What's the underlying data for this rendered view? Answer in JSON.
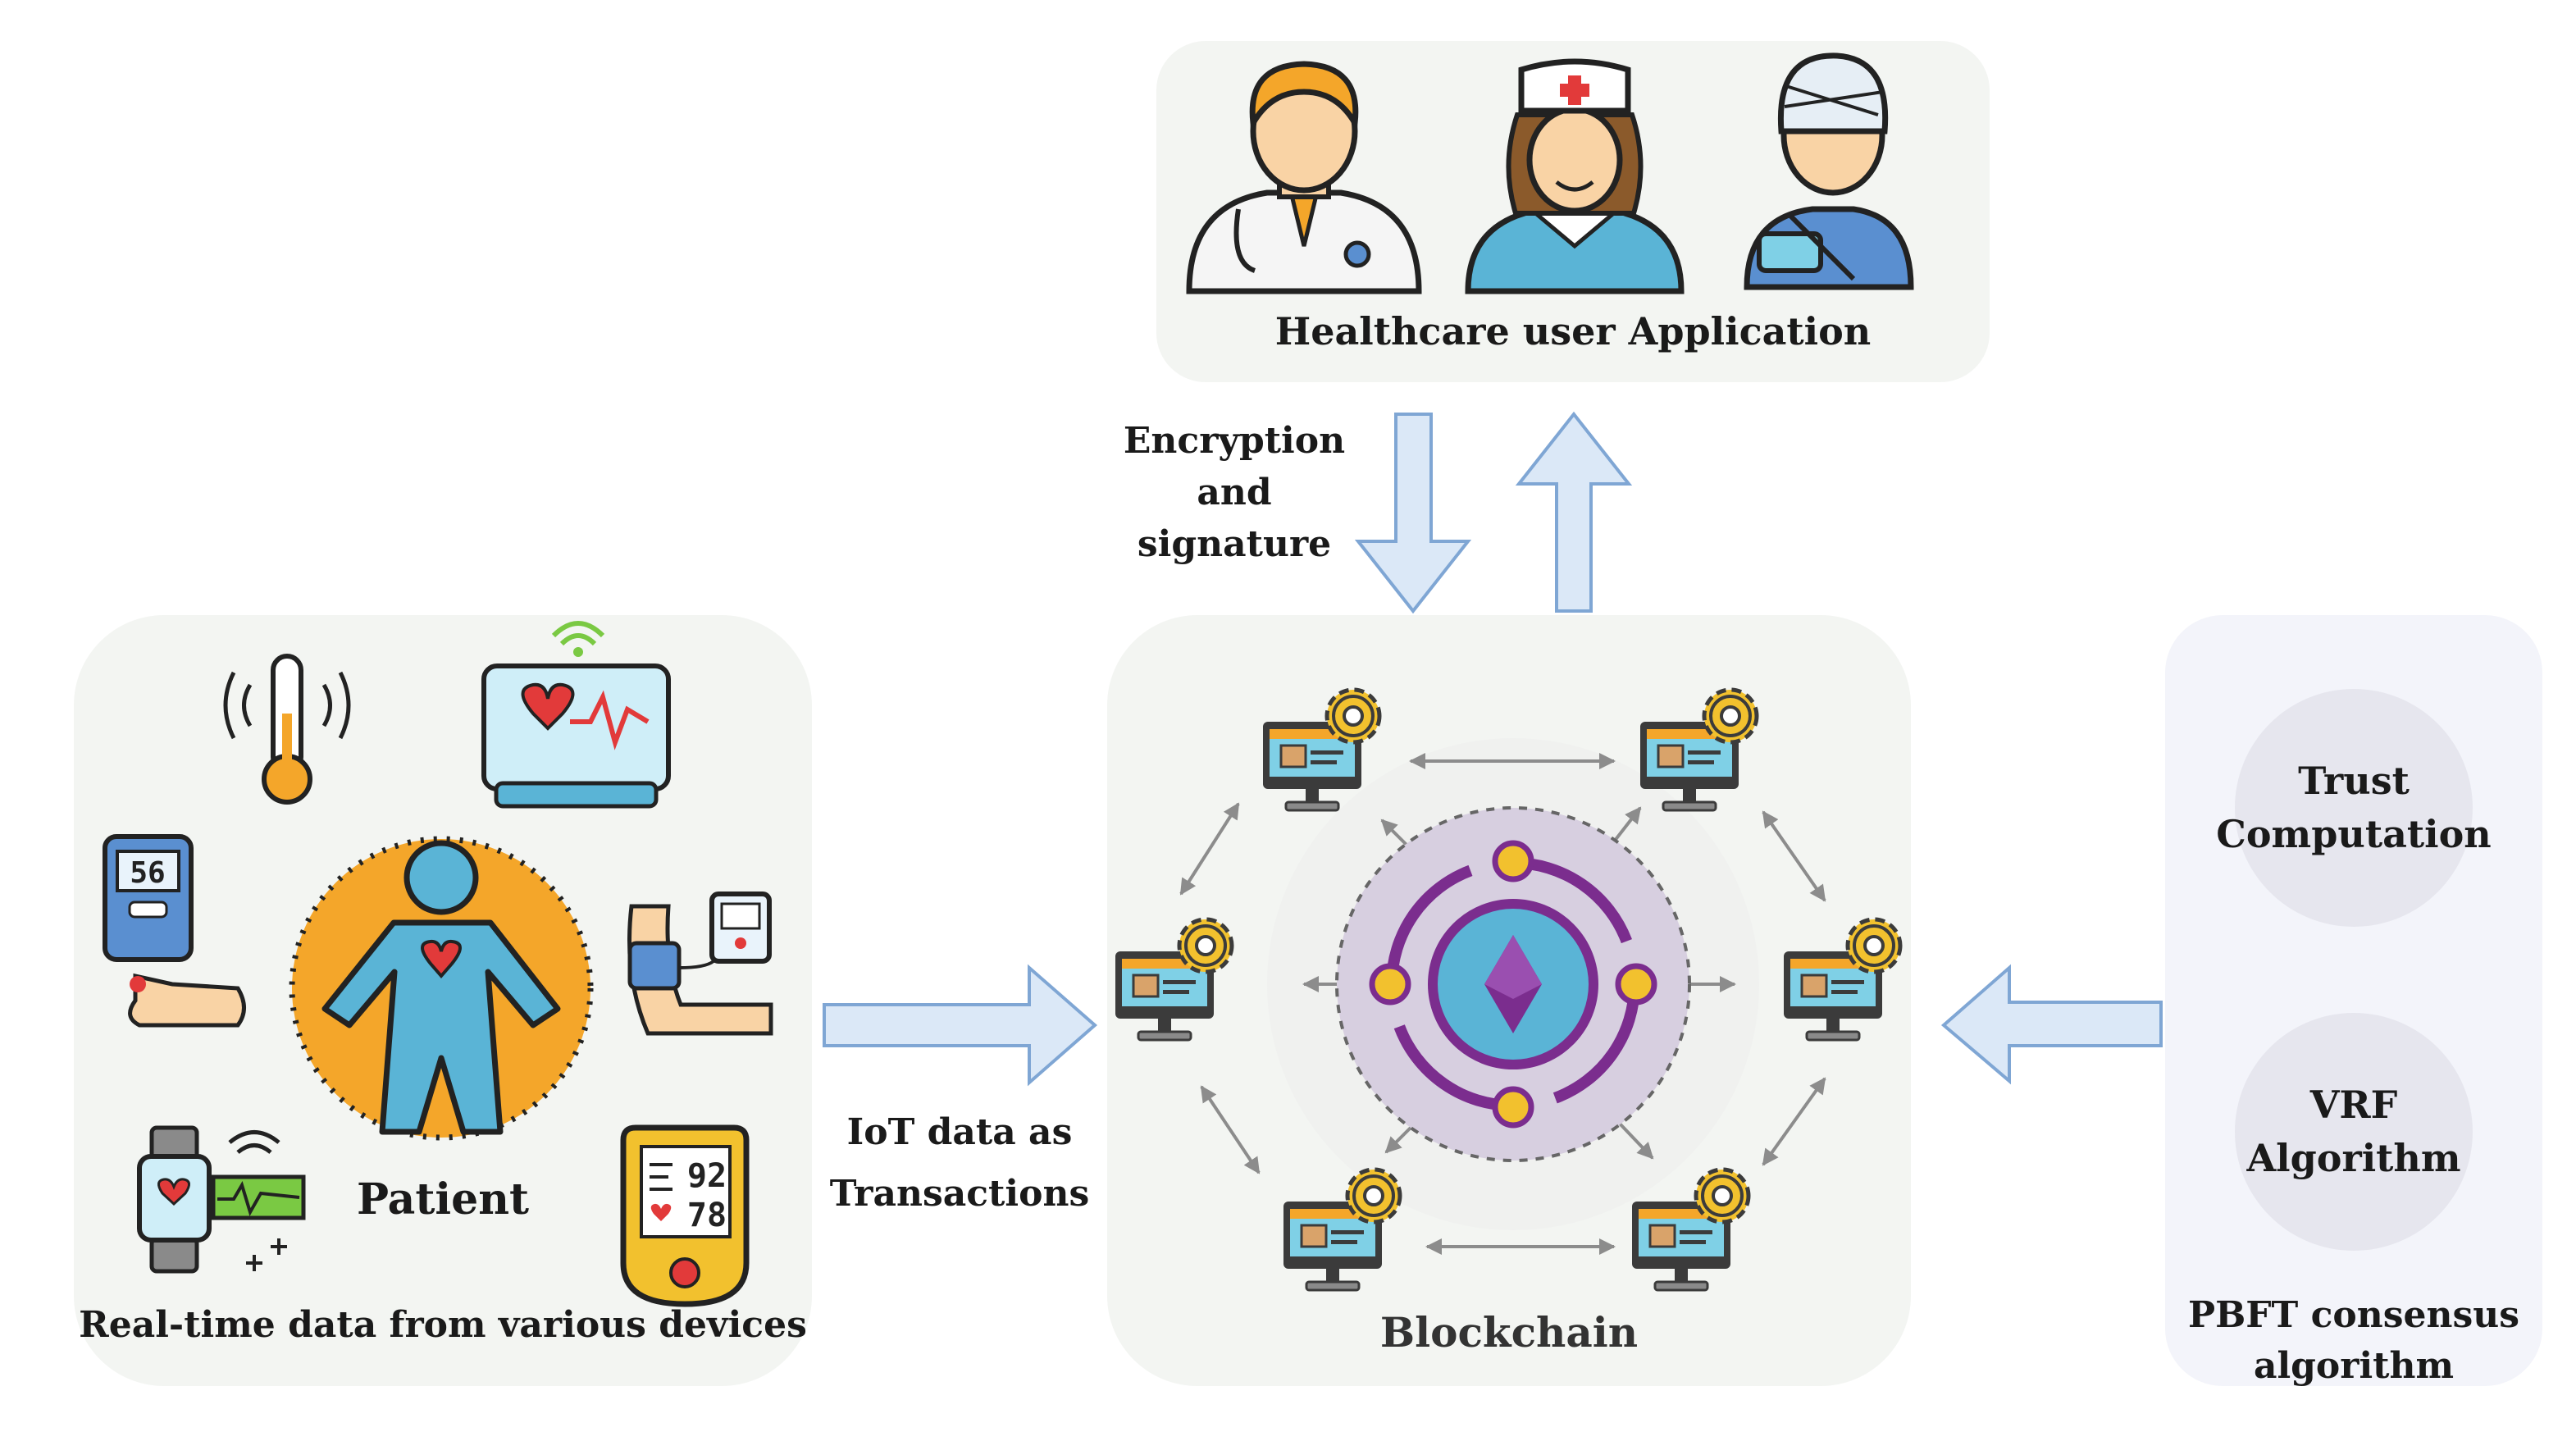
{
  "healthcare": {
    "label": "Healthcare user Application"
  },
  "encryption": {
    "line1": "Encryption",
    "line2": "and",
    "line3": "signature"
  },
  "patient_panel": {
    "patient_label": "Patient",
    "caption": "Real-time data from various devices",
    "glucose_reading": "56",
    "oximeter_line1": "92",
    "oximeter_line2": "78"
  },
  "iot": {
    "line1": "IoT data as",
    "line2": "Transactions"
  },
  "blockchain": {
    "label": "Blockchain"
  },
  "consensus": {
    "trust_line1": "Trust",
    "trust_line2": "Computation",
    "vrf_line1": "VRF",
    "vrf_line2": "Algorithm",
    "pbft_line1": "PBFT consensus",
    "pbft_line2": "algorithm"
  },
  "colors": {
    "arrow_fill": "#dbe8f7",
    "arrow_stroke": "#7fa6d4",
    "panel_bg": "#f3f5f2",
    "consensus_bg": "#f3f4fa",
    "purple": "#7b2d8e",
    "gold": "#f2c12e",
    "orange": "#f4a62a",
    "blue": "#5ab4d6"
  }
}
